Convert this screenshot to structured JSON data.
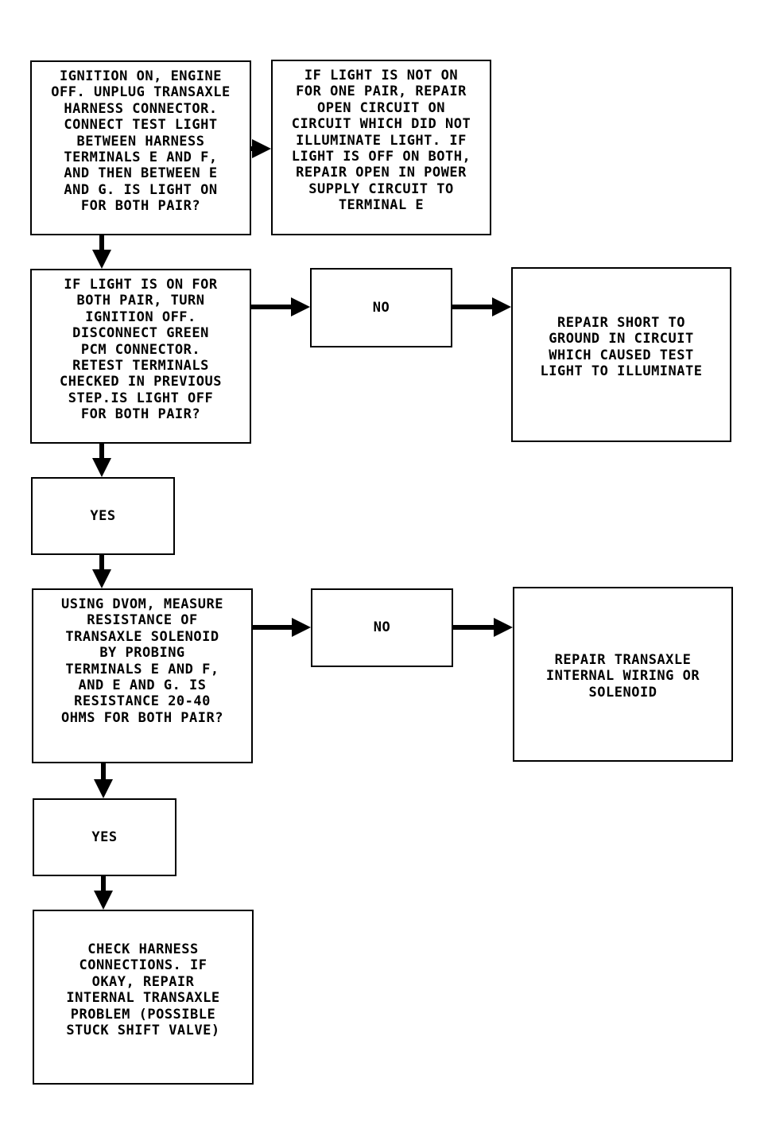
{
  "flowchart": {
    "nodes": [
      {
        "id": "step1",
        "text": "IGNITION ON, ENGINE\nOFF. UNPLUG TRANSAXLE\nHARNESS CONNECTOR.\nCONNECT TEST LIGHT\nBETWEEN HARNESS\nTERMINALS E AND F,\nAND THEN BETWEEN E\nAND G. IS LIGHT ON\nFOR BOTH PAIR?"
      },
      {
        "id": "step1_no",
        "text": "IF LIGHT IS NOT ON\nFOR ONE PAIR, REPAIR\nOPEN CIRCUIT ON\nCIRCUIT WHICH DID NOT\nILLUMINATE LIGHT. IF\nLIGHT IS OFF ON BOTH,\nREPAIR OPEN IN POWER\nSUPPLY CIRCUIT TO\nTERMINAL E"
      },
      {
        "id": "step2",
        "text": "IF LIGHT IS ON FOR\nBOTH PAIR, TURN\nIGNITION OFF.\nDISCONNECT GREEN\nPCM CONNECTOR.\nRETEST TERMINALS\nCHECKED IN PREVIOUS\nSTEP.IS LIGHT OFF\nFOR BOTH PAIR?"
      },
      {
        "id": "no1",
        "text": "NO"
      },
      {
        "id": "repair_short",
        "text": "REPAIR SHORT TO\nGROUND IN CIRCUIT\nWHICH CAUSED TEST\nLIGHT TO ILLUMINATE"
      },
      {
        "id": "yes1",
        "text": "YES"
      },
      {
        "id": "step3",
        "text": "USING DVOM, MEASURE\nRESISTANCE OF\nTRANSAXLE SOLENOID\nBY PROBING\nTERMINALS E AND F,\nAND E AND G. IS\nRESISTANCE 20-40\nOHMS FOR BOTH PAIR?"
      },
      {
        "id": "no2",
        "text": "NO"
      },
      {
        "id": "repair_wiring",
        "text": "REPAIR TRANSAXLE\nINTERNAL WIRING OR\nSOLENOID"
      },
      {
        "id": "yes2",
        "text": "YES"
      },
      {
        "id": "step4",
        "text": "CHECK HARNESS\nCONNECTIONS. IF\nOKAY, REPAIR\nINTERNAL TRANSAXLE\nPROBLEM (POSSIBLE\nSTUCK SHIFT VALVE)"
      }
    ],
    "edges": [
      {
        "from": "step1",
        "to": "step1_no"
      },
      {
        "from": "step1",
        "to": "step2"
      },
      {
        "from": "step2",
        "to": "no1"
      },
      {
        "from": "no1",
        "to": "repair_short"
      },
      {
        "from": "step2",
        "to": "yes1"
      },
      {
        "from": "yes1",
        "to": "step3"
      },
      {
        "from": "step3",
        "to": "no2"
      },
      {
        "from": "no2",
        "to": "repair_wiring"
      },
      {
        "from": "step3",
        "to": "yes2"
      },
      {
        "from": "yes2",
        "to": "step4"
      }
    ]
  }
}
